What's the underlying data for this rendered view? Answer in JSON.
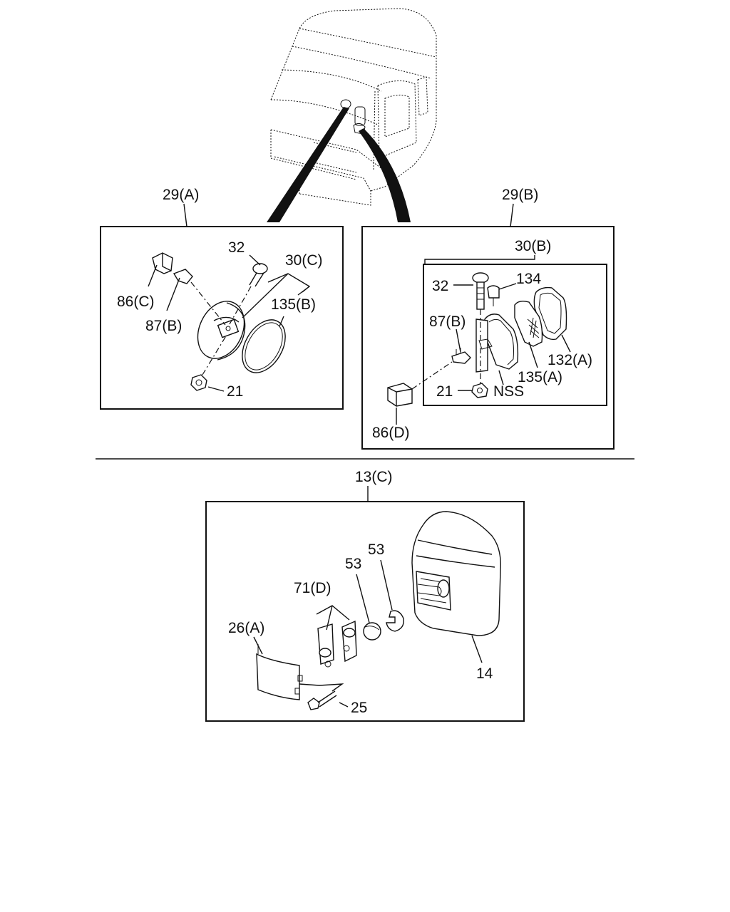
{
  "callouts": {
    "a_29": "29(A)",
    "b_29": "29(B)",
    "a_32": "32",
    "a_30": "30(C)",
    "a_86": "86(C)",
    "a_87": "87(B)",
    "a_135": "135(B)",
    "a_21": "21",
    "b_30": "30(B)",
    "b_32": "32",
    "b_134": "134",
    "b_87": "87(B)",
    "b_132": "132(A)",
    "b_135": "135(A)",
    "b_21": "21",
    "b_nss": "NSS",
    "b_86": "86(D)",
    "c_13": "13(C)",
    "c_53a": "53",
    "c_53b": "53",
    "c_71": "71(D)",
    "c_26": "26(A)",
    "c_14": "14",
    "c_25": "25"
  }
}
